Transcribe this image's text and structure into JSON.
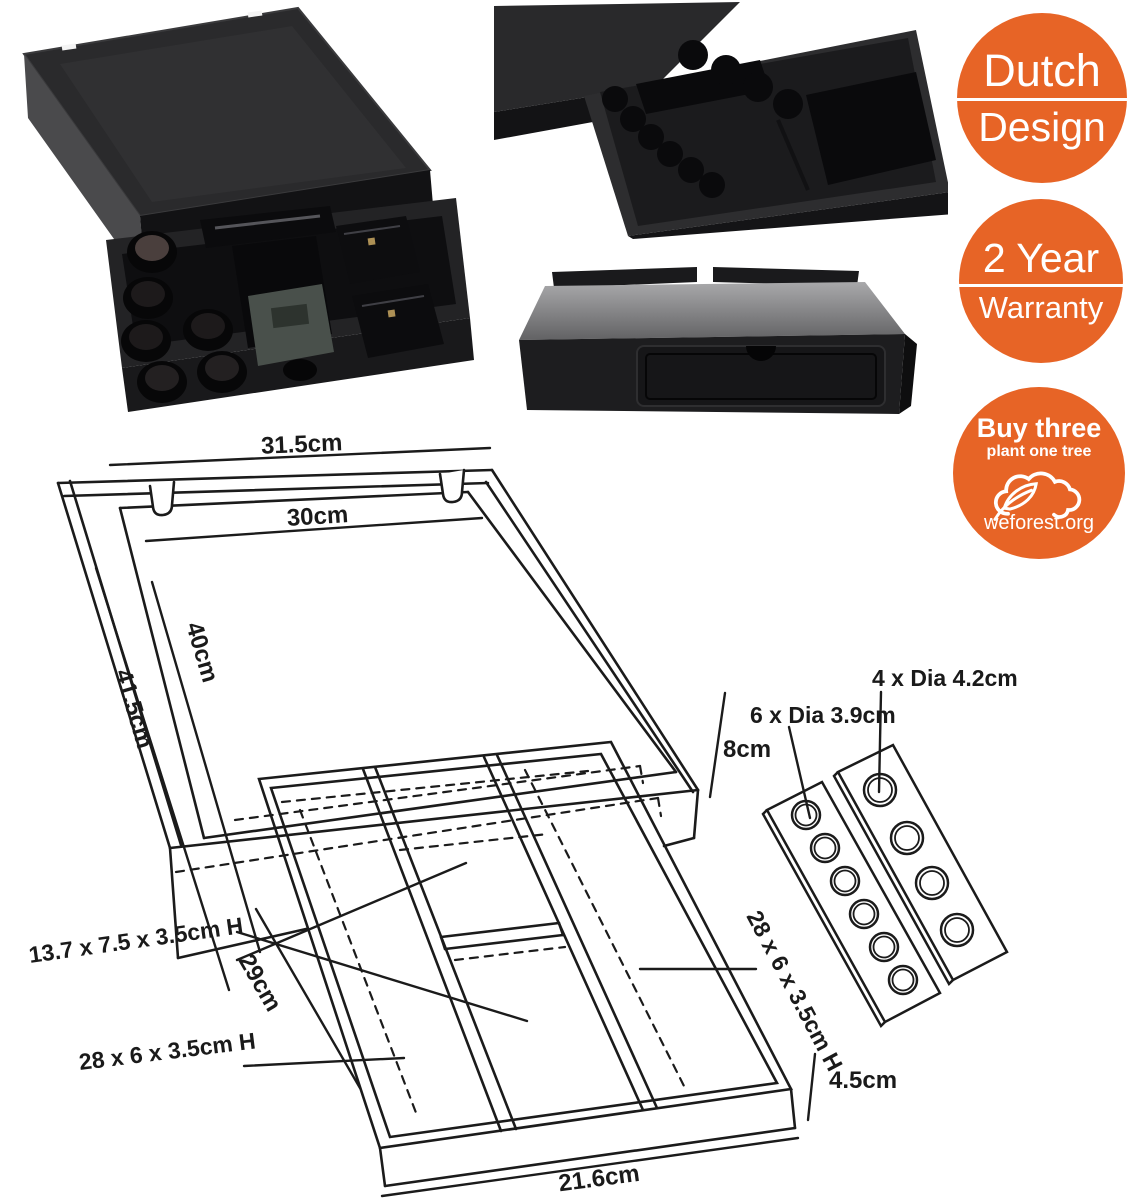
{
  "badges": {
    "dutch_design": {
      "top": "Dutch",
      "bottom": "Design"
    },
    "warranty": {
      "top": "2 Year",
      "bottom": "Warranty"
    },
    "weforest": {
      "heading": "Buy three",
      "subheading": "plant one tree",
      "site": "weforest.org"
    }
  },
  "diagram": {
    "top_width": "31.5cm",
    "inner_width": "30cm",
    "inner_depth": "40cm",
    "outer_depth": "41.5cm",
    "stand_height": "8cm",
    "small_holes": "6 x Dia 3.9cm",
    "large_holes": "4 x Dia 4.2cm",
    "middle_compartments": "13.7 x 7.5 x 3.5cm H",
    "drawer_inner_depth": "29cm",
    "left_channel": "28 x 6 x 3.5cm H",
    "right_channel": "28 x 6 x 3.5cm H",
    "front_height": "4.5cm",
    "front_width": "21.6cm"
  },
  "colors": {
    "badge_orange": "#e76426",
    "line_ink": "#1b1b1b",
    "product_black": "#1c1c1e"
  },
  "icons": {
    "weforest_cloud": "cloud-with-leaf-outline"
  }
}
